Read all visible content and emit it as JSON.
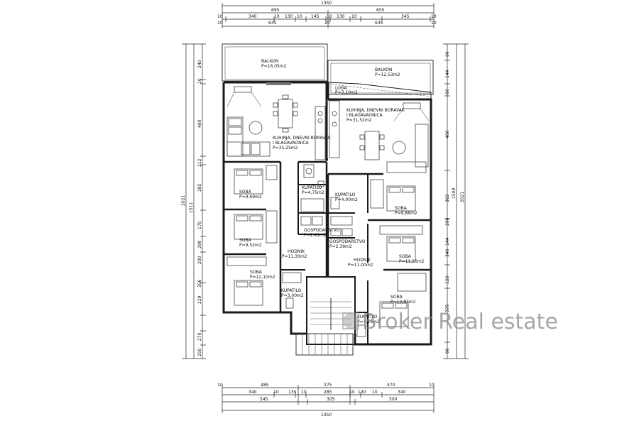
{
  "watermark": "Broker Real estate",
  "dims_top": {
    "overall": "1350",
    "row1": [
      "695",
      "655"
    ],
    "row2": [
      "10",
      "340",
      "10",
      "130",
      "10",
      "145",
      "10",
      "130",
      "10",
      "345",
      "10"
    ],
    "row3": [
      "10",
      "635",
      "20",
      "635",
      "10"
    ]
  },
  "dims_bottom": {
    "row1": [
      "10",
      "485",
      "275",
      "470",
      "10"
    ],
    "row2": [
      "340",
      "10",
      "135",
      "10",
      "285",
      "10",
      "130",
      "10",
      "340"
    ],
    "row3": [
      "545",
      "305",
      "500"
    ],
    "overall": "1350"
  },
  "dims_left": {
    "overall": "2021",
    "row": [
      "240",
      "10",
      "480",
      "212",
      "285",
      "170",
      "290",
      "200",
      "356",
      "229",
      "270",
      "250"
    ],
    "total": "1511"
  },
  "dims_right": {
    "overall": "2021",
    "row": [
      "96",
      "144",
      "66",
      "480",
      "302",
      "290",
      "144",
      "340",
      "120",
      "379",
      "86"
    ],
    "total": "1509"
  },
  "rooms": {
    "balkon_left": {
      "name": "BALKON",
      "area": "P=16,05m2"
    },
    "balkon_right": {
      "name": "BALKON",
      "area": "P=12,53m2"
    },
    "lodja": {
      "name": "LOĐA",
      "area": "P=3,10m2"
    },
    "kuhinja_left": {
      "name": "KUHINJA, DNEVNI BORAVAK",
      "name2": "I BLAGAVAONICA",
      "area": "P=35,25m2"
    },
    "kuhinja_right": {
      "name": "KUHINJA, DNEVNI BORAVAK",
      "name2": "I BLAGAVAONICA",
      "area": "P=31,52m2"
    },
    "soba_l1": {
      "name": "SOBA",
      "area": "P=9,69m2"
    },
    "soba_l2": {
      "name": "SOBA",
      "area": "P=9,52m2"
    },
    "soba_l3": {
      "name": "SOBA",
      "area": "P=12,10m2"
    },
    "kupatilo_l1": {
      "name": "KUPATILO",
      "area": "P=4,75m2"
    },
    "kupatilo_l2": {
      "name": "KUPATILO",
      "area": "P=3,00m2"
    },
    "gospodarstvo_l": {
      "name": "GOSPODARSTVO",
      "area": "P=2,49m2"
    },
    "hodnik_l": {
      "name": "HODNIK",
      "area": "P=11,30m2"
    },
    "kupatilo_r1": {
      "name": "KUPATILO",
      "area": "P=4,00m2"
    },
    "kupatilo_r2": {
      "name": "KUPATILO",
      "area": "P=1,19m2"
    },
    "gospodarstvo_r": {
      "name": "GOSPODARSTVO",
      "area": "P=2,39m2"
    },
    "hodnik_r": {
      "name": "HODNIK",
      "area": "P=11,00m2"
    },
    "soba_r1": {
      "name": "SOBA",
      "area": "P=9,86m2"
    },
    "soba_r2": {
      "name": "SOBA",
      "area": "P=11,20m2"
    },
    "soba_r3": {
      "name": "SOBA",
      "area": "P=12,87m2"
    }
  }
}
